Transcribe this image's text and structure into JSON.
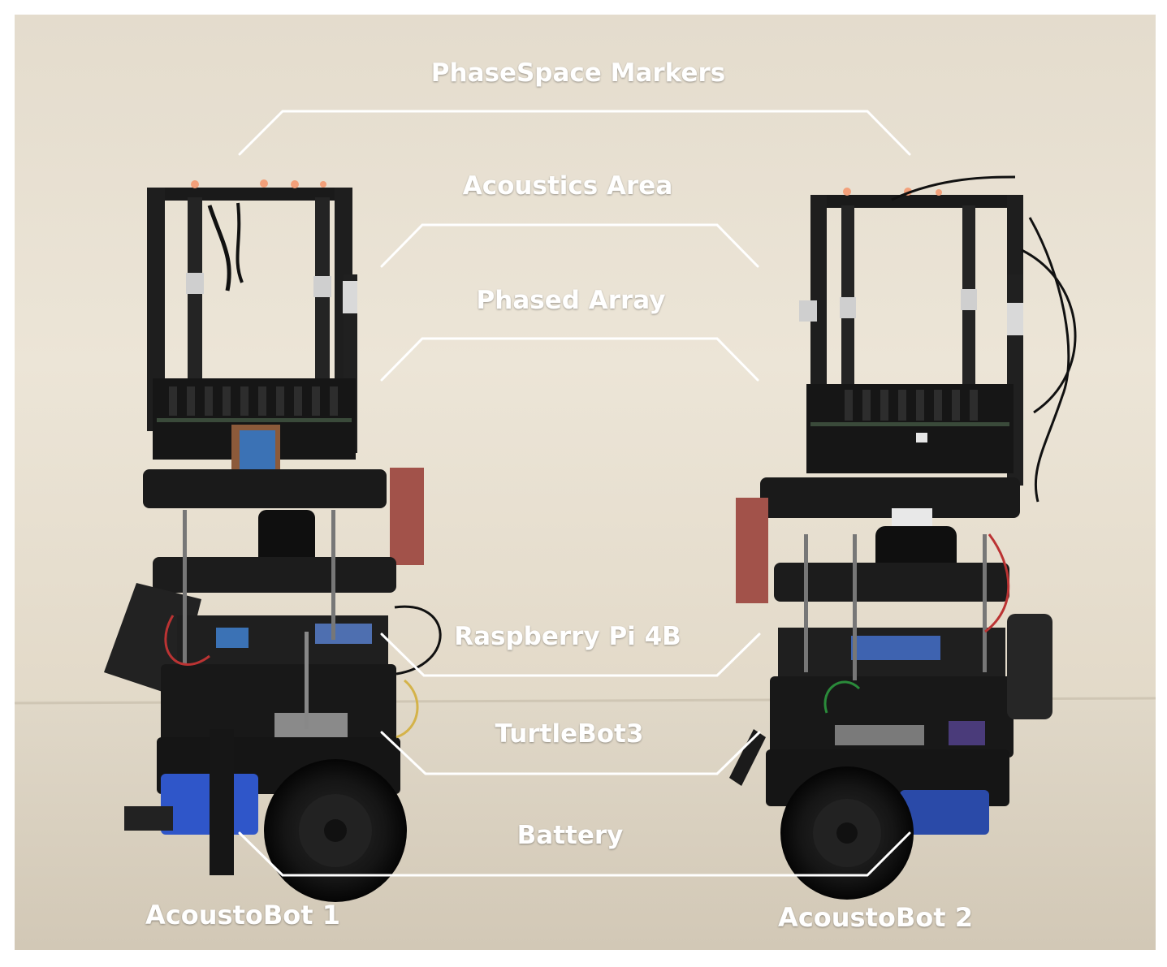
{
  "labels": {
    "phasespace_markers": "PhaseSpace Markers",
    "acoustics_area": "Acoustics Area",
    "phased_array": "Phased Array",
    "raspberry_pi": "Raspberry Pi 4B",
    "turtlebot": "TurtleBot3",
    "battery": "Battery"
  },
  "robots": {
    "left": "AcoustoBot 1",
    "right": "AcoustoBot 2"
  },
  "colors": {
    "wall": "#e9e1d2",
    "floor": "#ddd4c3",
    "robot_body": "#1c1c1c",
    "battery": "#2f56c9",
    "leader_line": "#ffffff"
  }
}
